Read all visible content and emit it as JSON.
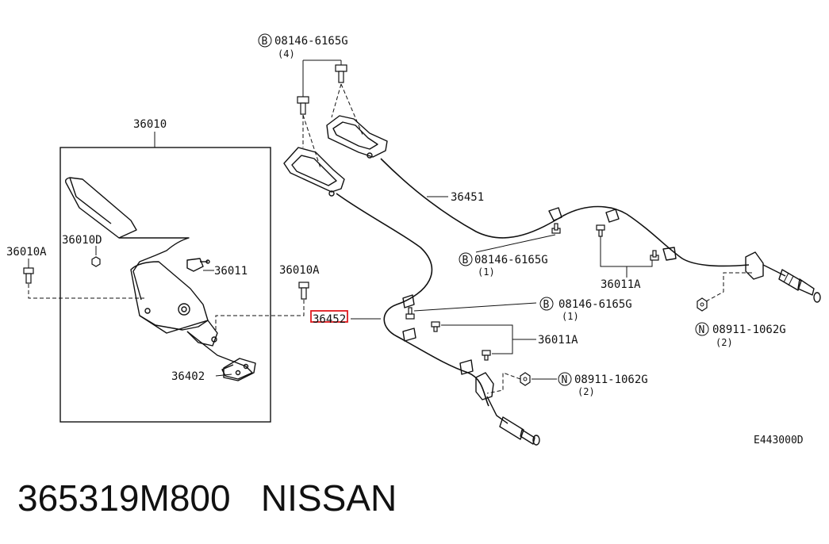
{
  "diagram": {
    "labels": {
      "assembly_36010": "36010",
      "part_36010A_left": "36010A",
      "part_36010D": "36010D",
      "part_36011": "36011",
      "part_36010A_mid": "36010A",
      "part_36402": "36402",
      "part_36451": "36451",
      "part_36452": "36452",
      "part_36011A_upper": "36011A",
      "part_36011A_lower": "36011A",
      "bolt_top_number": "08146-6165G",
      "bolt_top_qty": "(4)",
      "bolt_upper_number": "08146-6165G",
      "bolt_upper_qty": "(1)",
      "bolt_lower_number": "08146-6165G",
      "bolt_lower_qty": "(1)",
      "nut_right_number": "08911-1062G",
      "nut_right_qty": "(2)",
      "nut_bottom_number": "08911-1062G",
      "nut_bottom_qty": "(2)",
      "bolt_symbol": "B",
      "nut_symbol": "N",
      "diagram_ref": "E443000D"
    },
    "highlighted_part": "36452",
    "highlight_color": "#e0191d"
  },
  "caption": {
    "part_number": "365319M800",
    "brand": "NISSAN"
  }
}
